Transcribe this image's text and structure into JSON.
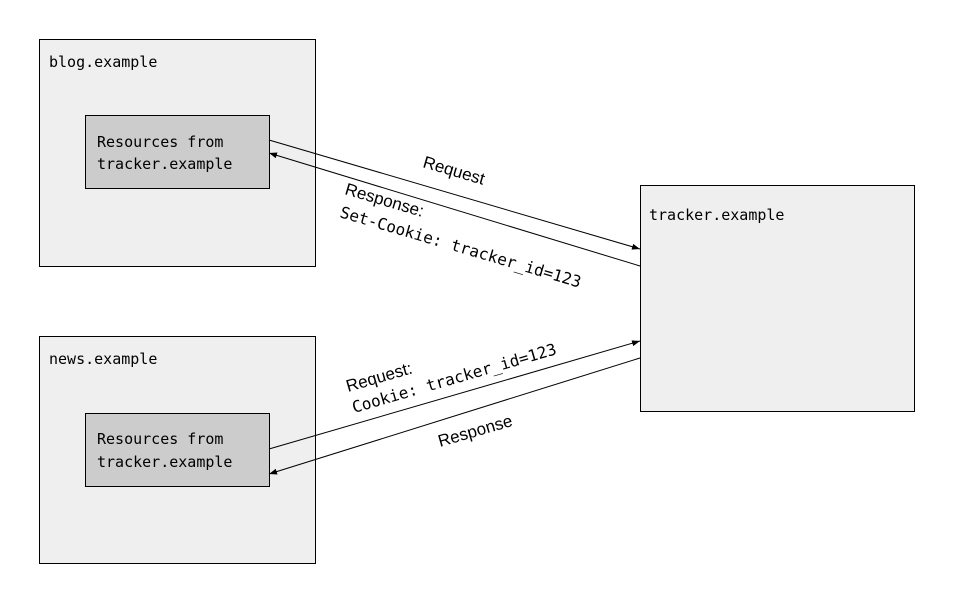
{
  "blog": {
    "title": "blog.example",
    "resources_line1": "Resources from",
    "resources_line2": "tracker.example"
  },
  "news": {
    "title": "news.example",
    "resources_line1": "Resources from",
    "resources_line2": "tracker.example"
  },
  "tracker": {
    "title": "tracker.example"
  },
  "arrows": {
    "blog_request": "Request",
    "blog_response_line1": "Response:",
    "blog_response_line2": "Set-Cookie: tracker_id=123",
    "news_request_line1": "Request:",
    "news_request_line2": "Cookie: tracker_id=123",
    "news_response": "Response"
  }
}
